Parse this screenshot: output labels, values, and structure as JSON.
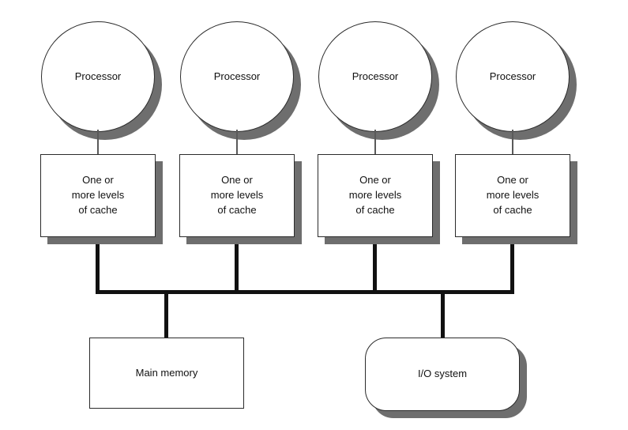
{
  "colors": {
    "background": "#ffffff",
    "shadow": "#6e6e6e",
    "line": "#111111",
    "border": "#2b2b2b"
  },
  "nodes": {
    "processors": [
      {
        "label": "Processor"
      },
      {
        "label": "Processor"
      },
      {
        "label": "Processor"
      },
      {
        "label": "Processor"
      }
    ],
    "caches": [
      {
        "label": "One or\nmore levels\nof cache"
      },
      {
        "label": "One or\nmore levels\nof cache"
      },
      {
        "label": "One or\nmore levels\nof cache"
      },
      {
        "label": "One or\nmore levels\nof cache"
      }
    ],
    "main_memory": {
      "label": "Main memory"
    },
    "io_system": {
      "label": "I/O system"
    }
  }
}
